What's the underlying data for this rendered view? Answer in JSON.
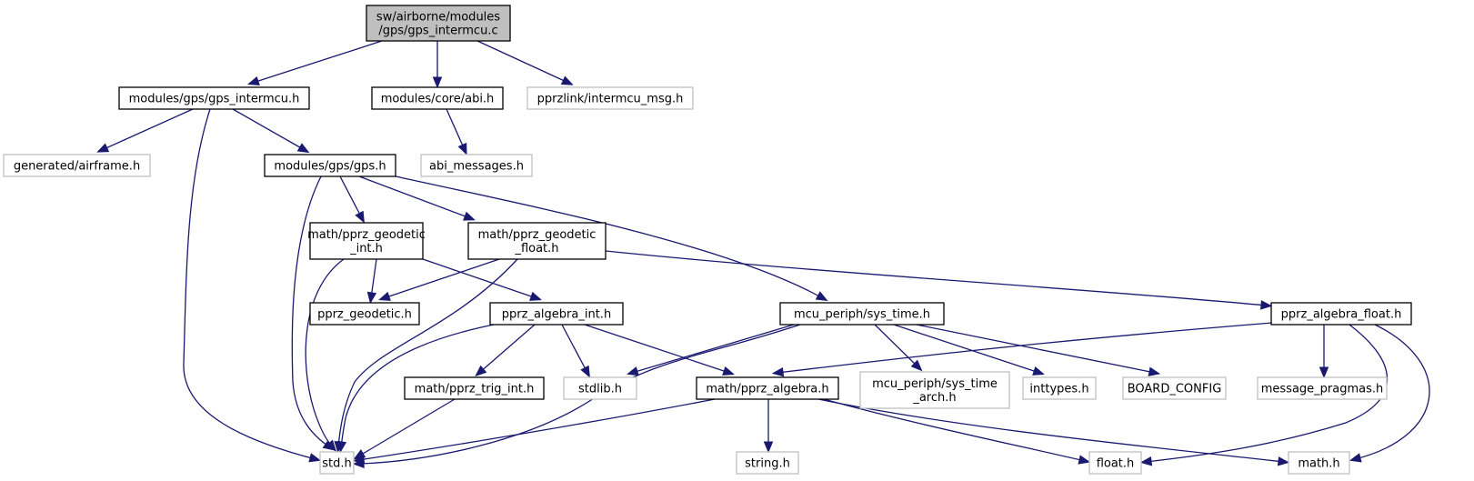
{
  "diagram": {
    "title": "Include dependency graph for gps_intermcu.c",
    "colors": {
      "edge": "#191970",
      "root_fill": "#bfbfbf",
      "root_border": "#000000",
      "documented_border": "#000000",
      "undocumented_border": "#bfbfbf",
      "node_fill": "#ffffff"
    },
    "nodes": [
      {
        "id": "root",
        "lines": [
          "sw/airborne/modules",
          "/gps/gps_intermcu.c"
        ],
        "kind": "root"
      },
      {
        "id": "gps_intermcu_h",
        "lines": [
          "modules/gps/gps_intermcu.h"
        ],
        "kind": "documented"
      },
      {
        "id": "abi_h",
        "lines": [
          "modules/core/abi.h"
        ],
        "kind": "documented"
      },
      {
        "id": "intermcu_msg_h",
        "lines": [
          "pprzlink/intermcu_msg.h"
        ],
        "kind": "undocumented"
      },
      {
        "id": "airframe_h",
        "lines": [
          "generated/airframe.h"
        ],
        "kind": "undocumented"
      },
      {
        "id": "gps_h",
        "lines": [
          "modules/gps/gps.h"
        ],
        "kind": "documented"
      },
      {
        "id": "abi_messages_h",
        "lines": [
          "abi_messages.h"
        ],
        "kind": "undocumented"
      },
      {
        "id": "geodetic_int_h",
        "lines": [
          "math/pprz_geodetic",
          "_int.h"
        ],
        "kind": "documented"
      },
      {
        "id": "geodetic_float_h",
        "lines": [
          "math/pprz_geodetic",
          "_float.h"
        ],
        "kind": "documented"
      },
      {
        "id": "pprz_geodetic_h",
        "lines": [
          "pprz_geodetic.h"
        ],
        "kind": "documented"
      },
      {
        "id": "algebra_int_h",
        "lines": [
          "pprz_algebra_int.h"
        ],
        "kind": "documented"
      },
      {
        "id": "sys_time_h",
        "lines": [
          "mcu_periph/sys_time.h"
        ],
        "kind": "documented"
      },
      {
        "id": "algebra_float_h",
        "lines": [
          "pprz_algebra_float.h"
        ],
        "kind": "documented"
      },
      {
        "id": "trig_int_h",
        "lines": [
          "math/pprz_trig_int.h"
        ],
        "kind": "documented"
      },
      {
        "id": "stdlib_h",
        "lines": [
          "stdlib.h"
        ],
        "kind": "undocumented"
      },
      {
        "id": "algebra_h",
        "lines": [
          "math/pprz_algebra.h"
        ],
        "kind": "documented"
      },
      {
        "id": "sys_time_arch_h",
        "lines": [
          "mcu_periph/sys_time",
          "_arch.h"
        ],
        "kind": "undocumented"
      },
      {
        "id": "inttypes_h",
        "lines": [
          "inttypes.h"
        ],
        "kind": "undocumented"
      },
      {
        "id": "board_config",
        "lines": [
          "BOARD_CONFIG"
        ],
        "kind": "undocumented"
      },
      {
        "id": "message_pragmas_h",
        "lines": [
          "message_pragmas.h"
        ],
        "kind": "undocumented"
      },
      {
        "id": "std_h",
        "lines": [
          "std.h"
        ],
        "kind": "undocumented"
      },
      {
        "id": "string_h",
        "lines": [
          "string.h"
        ],
        "kind": "undocumented"
      },
      {
        "id": "float_h",
        "lines": [
          "float.h"
        ],
        "kind": "undocumented"
      },
      {
        "id": "math_h",
        "lines": [
          "math.h"
        ],
        "kind": "undocumented"
      }
    ],
    "edges": [
      {
        "from": "root",
        "to": "gps_intermcu_h"
      },
      {
        "from": "root",
        "to": "abi_h"
      },
      {
        "from": "root",
        "to": "intermcu_msg_h"
      },
      {
        "from": "gps_intermcu_h",
        "to": "airframe_h"
      },
      {
        "from": "gps_intermcu_h",
        "to": "gps_h"
      },
      {
        "from": "gps_intermcu_h",
        "to": "std_h"
      },
      {
        "from": "abi_h",
        "to": "abi_messages_h"
      },
      {
        "from": "gps_h",
        "to": "geodetic_int_h"
      },
      {
        "from": "gps_h",
        "to": "geodetic_float_h"
      },
      {
        "from": "gps_h",
        "to": "sys_time_h"
      },
      {
        "from": "gps_h",
        "to": "std_h"
      },
      {
        "from": "geodetic_int_h",
        "to": "pprz_geodetic_h"
      },
      {
        "from": "geodetic_int_h",
        "to": "algebra_int_h"
      },
      {
        "from": "geodetic_int_h",
        "to": "std_h"
      },
      {
        "from": "geodetic_float_h",
        "to": "pprz_geodetic_h"
      },
      {
        "from": "geodetic_float_h",
        "to": "algebra_float_h"
      },
      {
        "from": "geodetic_float_h",
        "to": "std_h"
      },
      {
        "from": "algebra_int_h",
        "to": "trig_int_h"
      },
      {
        "from": "algebra_int_h",
        "to": "stdlib_h"
      },
      {
        "from": "algebra_int_h",
        "to": "algebra_h"
      },
      {
        "from": "algebra_int_h",
        "to": "std_h"
      },
      {
        "from": "sys_time_h",
        "to": "stdlib_h"
      },
      {
        "from": "sys_time_h",
        "to": "sys_time_arch_h"
      },
      {
        "from": "sys_time_h",
        "to": "inttypes_h"
      },
      {
        "from": "sys_time_h",
        "to": "board_config"
      },
      {
        "from": "sys_time_h",
        "to": "std_h"
      },
      {
        "from": "algebra_float_h",
        "to": "algebra_h"
      },
      {
        "from": "algebra_float_h",
        "to": "message_pragmas_h"
      },
      {
        "from": "algebra_float_h",
        "to": "float_h"
      },
      {
        "from": "algebra_float_h",
        "to": "math_h"
      },
      {
        "from": "trig_int_h",
        "to": "std_h"
      },
      {
        "from": "algebra_h",
        "to": "std_h"
      },
      {
        "from": "algebra_h",
        "to": "string_h"
      },
      {
        "from": "algebra_h",
        "to": "float_h"
      },
      {
        "from": "algebra_h",
        "to": "math_h"
      }
    ]
  }
}
